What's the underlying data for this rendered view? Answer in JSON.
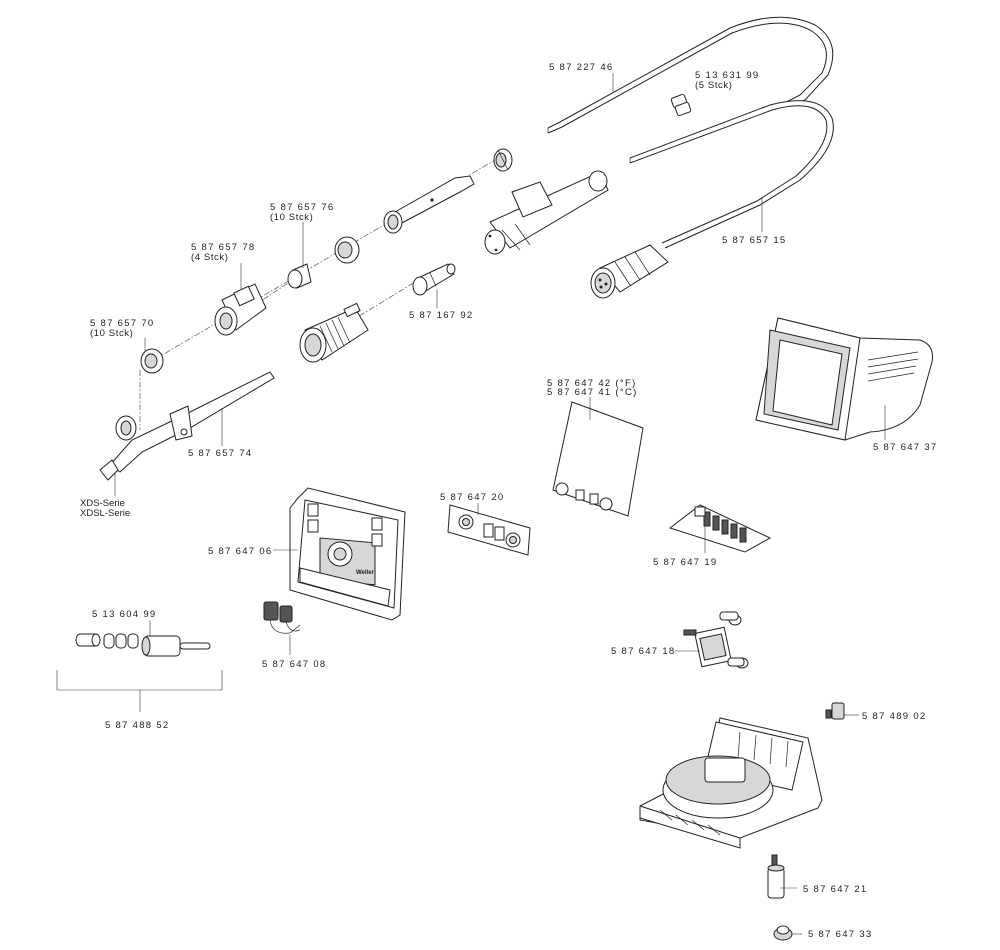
{
  "labels": {
    "cable_outer": "5 87 227 46",
    "clip": "5 13 631 99",
    "clip_qty": "(5 Stck)",
    "cable_assembly": "5 87 657 15",
    "ring_76": "5 87 657 76",
    "ring_76_qty": "(10 Stck)",
    "ring_78": "5 87 657 78",
    "ring_78_qty": "(4 Stck)",
    "ring_70": "5 87 657 70",
    "ring_70_qty": "(10 Stck)",
    "nozzle": "5 87 167 92",
    "handle": "5 87 657 74",
    "series_1": "XDS-Serie",
    "series_2": "XDSL-Serie",
    "hood": "5 87 647 37",
    "label_f": "5 87 647 42 (°F)",
    "label_c": "5 87 647 41 (°C)",
    "socket_panel": "5 87 647 20",
    "board": "5 87 647 19",
    "front_panel": "5 87 647 06",
    "connector": "5 87 647 08",
    "tip_set": "5 13 604 99",
    "kit": "5 87 488 52",
    "valve": "5 87 647 18",
    "plug": "5 87 489 02",
    "filter": "5 87 647 21",
    "foot": "5 87 647 33",
    "panel_logo": "Weller"
  }
}
